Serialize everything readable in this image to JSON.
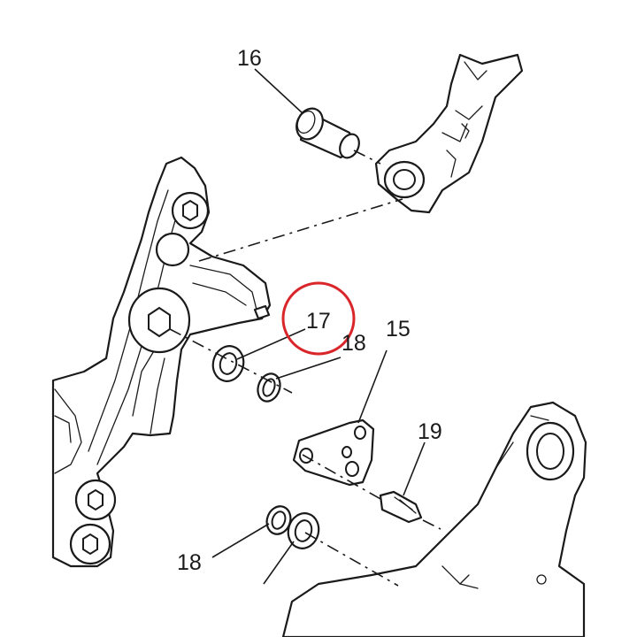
{
  "callouts": {
    "c16": "16",
    "c17": "17",
    "c18_top": "18",
    "c15": "15",
    "c19": "19",
    "c18_bottom": "18"
  },
  "highlight": {
    "target": "17",
    "color": "#d9262b"
  },
  "line_color": "#1a1a1a"
}
